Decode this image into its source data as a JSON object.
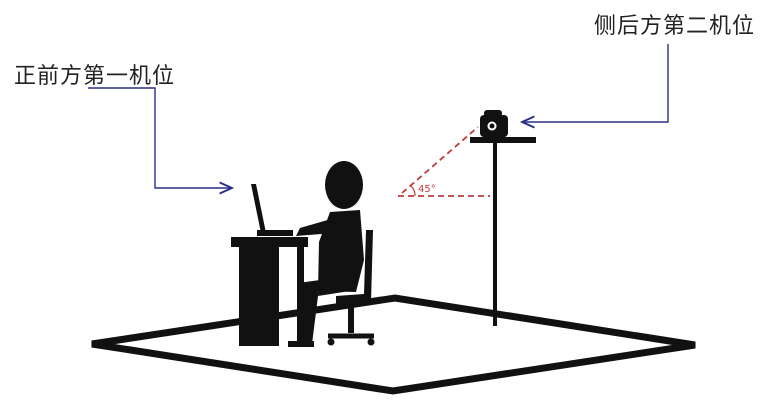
{
  "labels": {
    "front_camera": "正前方第一机位",
    "side_camera": "侧后方第二机位",
    "angle": "45°"
  },
  "colors": {
    "ink": "#111111",
    "arrow": "#2b2f8a",
    "angle_line": "#c43a3a",
    "background": "#ffffff"
  },
  "icons": [
    "laptop-icon",
    "desk-icon",
    "person-icon",
    "office-chair-icon",
    "camera-icon",
    "tripod-stand-icon"
  ]
}
